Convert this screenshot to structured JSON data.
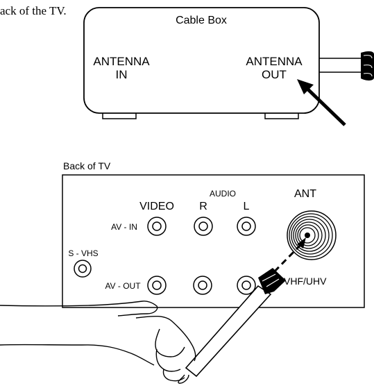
{
  "caption_fragment": "ack of the TV.",
  "cable_box": {
    "title": "Cable Box",
    "antenna_in_line1": "ANTENNA",
    "antenna_in_line2": "IN",
    "antenna_out_line1": "ANTENNA",
    "antenna_out_line2": "OUT"
  },
  "tv_panel": {
    "title": "Back of TV",
    "audio_label": "AUDIO",
    "video_label": "VIDEO",
    "right_label": "R",
    "left_label": "L",
    "av_in_label": "AV - IN",
    "ant_label": "ANT",
    "svhs_label": "S - VHS",
    "av_out_label": "AV - OUT",
    "vhf_uhv_label": "VHF/UHV"
  }
}
